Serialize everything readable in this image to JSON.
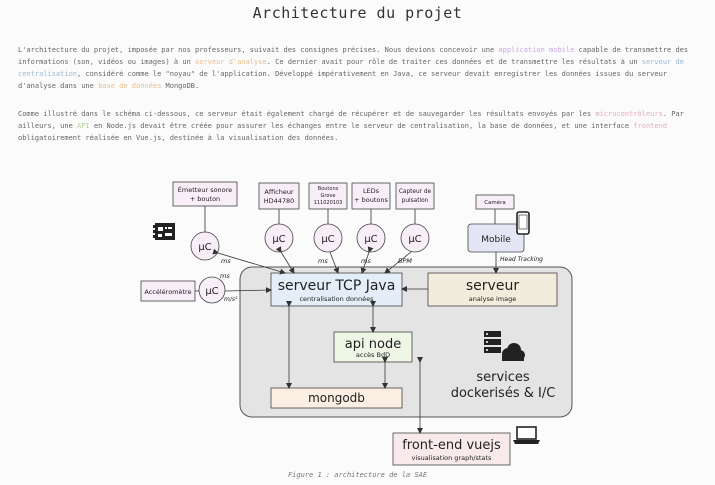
{
  "page": {
    "title": "Architecture du projet",
    "paragraph1": {
      "t1": "L'architecture du projet, imposée par nos professeurs, suivait des consignes précises. Nous devions concevoir une ",
      "l1": "application mobile",
      "t2": " capable de transmettre des informations (son, vidéos ou images) à un ",
      "l2": "serveur d'analyse",
      "t3": ". Ce dernier avait pour rôle de traiter ces données et de transmettre les résultats à un ",
      "l3": "serveur de centralisation",
      "t4": ", considéré comme le \"noyau\" de l'application. Développé impérativement en Java, ce serveur devait enregistrer les données issues du serveur d'analyse dans une ",
      "l4": "base de données",
      "t5": " MongoDB."
    },
    "paragraph2": {
      "t1": "Comme illustré dans le schéma ci-dessous, ce serveur était également chargé de récupérer et de sauvegarder les résultats envoyés par les ",
      "l1": "microcontrôleurs",
      "t2": ". Par ailleurs, une ",
      "l2": "API",
      "t3": " en Node.js devait être créée pour assurer les échanges entre le serveur de centralisation, la base de données, et une interface ",
      "l3": "frontend",
      "t4": " obligatoirement réalisée en Vue.js, destinée à la visualisation des données."
    },
    "caption": "Figure 1 : architecture de la SAE"
  },
  "diagram": {
    "sensors": {
      "emetteur_1": "Émetteur sonore",
      "emetteur_2": "+ bouton",
      "afficheur_1": "Afficheur",
      "afficheur_2": "HD44780",
      "boutons_1": "Boutons",
      "boutons_2": "Grove",
      "boutons_3": "111020103",
      "leds_1": "LEDs",
      "leds_2": "+ boutons",
      "capteur_1": "Capteur de",
      "capteur_2": "pulsation",
      "accelerometre": "Accéléromètre",
      "camera": "Caméra"
    },
    "mc_label": "μC",
    "mobile": "Mobile",
    "links": {
      "ms1": "ms",
      "ms2": "ms",
      "ms3": "ms",
      "bpm": "BPM",
      "accel_ms": "ms",
      "accel_unit": "m/s²",
      "head_tracking": "Head Tracking"
    },
    "tcp_server": {
      "title": "serveur TCP Java",
      "subtitle": "centralisation données"
    },
    "analysis_server": {
      "title": "serveur",
      "subtitle": "analyse image"
    },
    "api": {
      "title": "api node",
      "subtitle": "accès BdD"
    },
    "mongodb": "mongodb",
    "services_1": "services",
    "services_2": "dockerisés & I/C",
    "frontend": {
      "title": "front-end vuejs",
      "subtitle": "visualisation graph/stats"
    },
    "colors": {
      "docker_bg": "#e4e4e4",
      "sensor_fill": "#f8eef8",
      "tcp_fill": "#e4eef8",
      "analysis_fill": "#f2ecdc",
      "api_fill": "#eef6e6",
      "mongodb_fill": "#fbeee2",
      "frontend_fill": "#f8eaea",
      "mobile_fill": "#e4e6f6"
    }
  }
}
